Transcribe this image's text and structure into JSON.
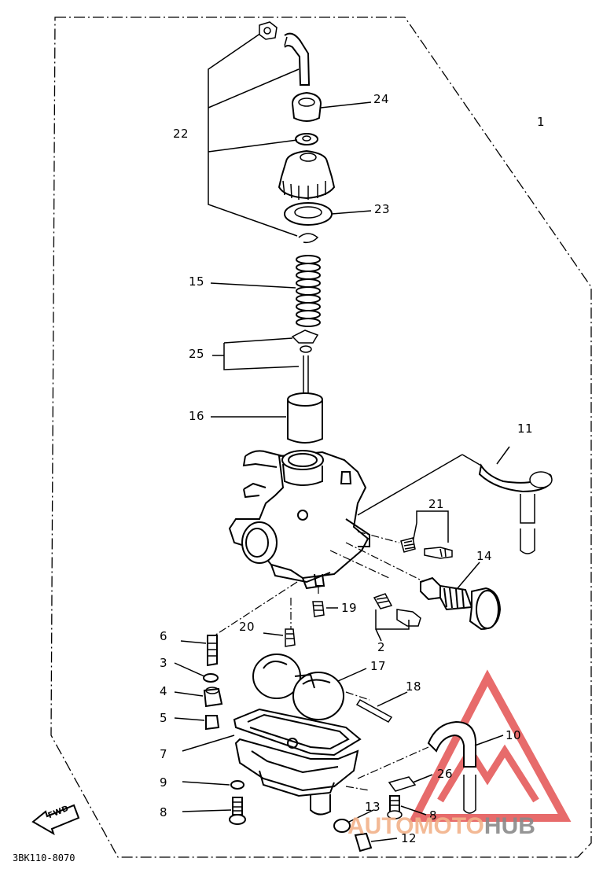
{
  "labels": {
    "l1": "1",
    "l2": "2",
    "l3": "3",
    "l4": "4",
    "l5": "5",
    "l6": "6",
    "l7": "7",
    "l8a": "8",
    "l8b": "8",
    "l9": "9",
    "l10": "10",
    "l11": "11",
    "l12": "12",
    "l13": "13",
    "l14": "14",
    "l15": "15",
    "l16": "16",
    "l17": "17",
    "l18": "18",
    "l19": "19",
    "l20": "20",
    "l21": "21",
    "l22": "22",
    "l23": "23",
    "l24": "24",
    "l25": "25",
    "l26": "26"
  },
  "fwd": "FWD",
  "diagram_code": "3BK110-8070",
  "watermark": {
    "part1": "AUTOMOTO",
    "part2": "HUB",
    "color1": "#f2b28a",
    "color2": "#8a8a8a",
    "logo_color": "#e03a3a"
  }
}
